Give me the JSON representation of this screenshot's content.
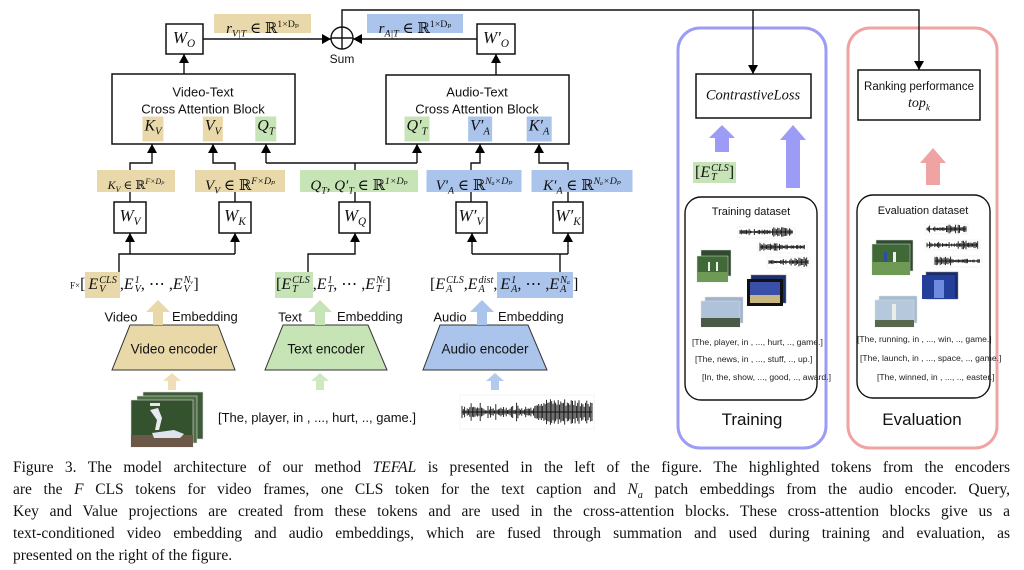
{
  "figure": {
    "top": {
      "sum_label": "Sum",
      "r_vt": {
        "base": "r",
        "sub": "V|T",
        "rel": " ∈ ℝ",
        "sup": "1×Dₚ"
      },
      "r_at": {
        "base": "r",
        "sub": "A|T",
        "rel": " ∈ ℝ",
        "sup": "1×Dₚ"
      },
      "w_o": {
        "base": "W",
        "sub": "O"
      },
      "w_o_prime": {
        "base": "W′",
        "sub": "O"
      }
    },
    "video_text_block": {
      "title_line1": "Video-Text",
      "title_line2": "Cross Attention Block",
      "tokens": [
        {
          "base": "K",
          "sub": "V"
        },
        {
          "base": "V",
          "sub": "V"
        },
        {
          "base": "Q",
          "sub": "T"
        }
      ]
    },
    "audio_text_block": {
      "title_line1": "Audio-Text",
      "title_line2": "Cross Attention Block",
      "tokens": [
        {
          "base": "Q′",
          "sub": "T"
        },
        {
          "base": "V′",
          "sub": "A"
        },
        {
          "base": "K′",
          "sub": "A"
        }
      ]
    },
    "projections": [
      {
        "label": {
          "base": "K",
          "sub": "V",
          "rel": " ∈ ℝ",
          "sup": "F×Dₚ"
        },
        "weight": {
          "base": "W",
          "sub": "V"
        }
      },
      {
        "label": {
          "base": "V",
          "sub": "V",
          "rel": " ∈ ℝ",
          "sup": "F×Dₚ"
        },
        "weight": {
          "base": "W",
          "sub": "K"
        }
      },
      {
        "label": {
          "base": "Q",
          "sub": "T",
          "mid": ", Q′",
          "sub2": "T",
          "rel": " ∈ ℝ",
          "sup": "1×Dₚ"
        },
        "weight": {
          "base": "W",
          "sub": "Q"
        }
      },
      {
        "label": {
          "base": "V′",
          "sub": "A",
          "rel": " ∈ ℝ",
          "sup": "Nₐ×Dₚ"
        },
        "weight": {
          "base": "W′",
          "sub": "V"
        }
      },
      {
        "label": {
          "base": "K′",
          "sub": "A",
          "rel": " ∈ ℝ",
          "sup": "Nₐ×Dₚ"
        },
        "weight": {
          "base": "W′",
          "sub": "K"
        }
      }
    ],
    "embeddings": {
      "video": {
        "prefix": "F×",
        "open": "[",
        "cls": {
          "base": "E",
          "sup": "CLS",
          "sub": "V"
        },
        "sep": ",",
        "e1": {
          "base": "E",
          "sup": "1",
          "sub": "V"
        },
        "dots": ", ⋯ ,",
        "en": {
          "base": "E",
          "sup": "Nᵥ",
          "sub": "V"
        },
        "close": "]"
      },
      "text": {
        "open": "[",
        "cls": {
          "base": "E",
          "sup": "CLS",
          "sub": "T"
        },
        "sep": ",",
        "e1": {
          "base": "E",
          "sup": "1",
          "sub": "T"
        },
        "dots": ", ⋯ ,",
        "en": {
          "base": "E",
          "sup": "Nₜ",
          "sub": "T"
        },
        "close": "]"
      },
      "audio": {
        "open": "[",
        "cls": {
          "base": "E",
          "sup": "CLS",
          "sub": "A"
        },
        "sep": ",",
        "dist": {
          "base": "E",
          "sup": "dist",
          "sub": "A"
        },
        "sep2": ",",
        "e1": {
          "base": "E",
          "sup": "1",
          "sub": "A"
        },
        "dots": ", ⋯ ,",
        "en": {
          "base": "E",
          "sup": "Nₐ",
          "sub": "A"
        },
        "close": "]"
      }
    },
    "encoders": [
      {
        "modality": "Video",
        "embedding": "Embedding",
        "name": "Video encoder",
        "color": "#e9d8a8"
      },
      {
        "modality": "Text",
        "embedding": "Embedding",
        "name": "Text encoder",
        "color": "#c7e4b7"
      },
      {
        "modality": "Audio",
        "embedding": "Embedding",
        "name": "Audio encoder",
        "color": "#aac4ec"
      }
    ],
    "inputs": {
      "text_caption": "[The, player, in , ..., hurt, .., game.]"
    }
  },
  "training": {
    "loss_label": "ContrastiveLoss",
    "text_cls": {
      "open": "[",
      "base": "E",
      "sup": "CLS",
      "sub": "T",
      "close": "]"
    },
    "dataset_title": "Training dataset",
    "captions": [
      "[The, player, in , ..., hurt, .., game.]",
      "[The, news, in , ..., stuff, .., up.]",
      "[In, the, show, ..., good, .., award.]"
    ],
    "panel_label": "Training",
    "color": "#9c9cf6"
  },
  "evaluation": {
    "metric_label": "Ranking performance",
    "metric_math": {
      "base": "top",
      "sub": "k"
    },
    "dataset_title": "Evaluation dataset",
    "captions": [
      "[The, running, in , ..., win, .., game.]",
      "[The, launch, in , ..., space, .., game.]",
      "[The, winned, in , ..., .., easter.]"
    ],
    "panel_label": "Evaluation",
    "color": "#f0a3a3"
  },
  "caption": {
    "line1": {
      "a": "Figure 3. The model architecture of our method ",
      "em": "TEFAL",
      "b": " is presented in the left of the figure.  The highlighted tokens from the encoders"
    },
    "line2": {
      "a": "are the ",
      "em": "F",
      "b": " CLS tokens for video frames, one CLS token for the text caption and ",
      "na_base": "N",
      "na_sub": "a",
      "c": " patch embeddings from the audio encoder.  Query,"
    },
    "line3": "Key and Value projections are created from these tokens and are used in the cross-attention blocks. These cross-attention blocks give us a",
    "line4": "text-conditioned video embedding and audio embeddings, which are fused through summation and used during training and evaluation, as",
    "line5": "presented on the right of the figure."
  }
}
